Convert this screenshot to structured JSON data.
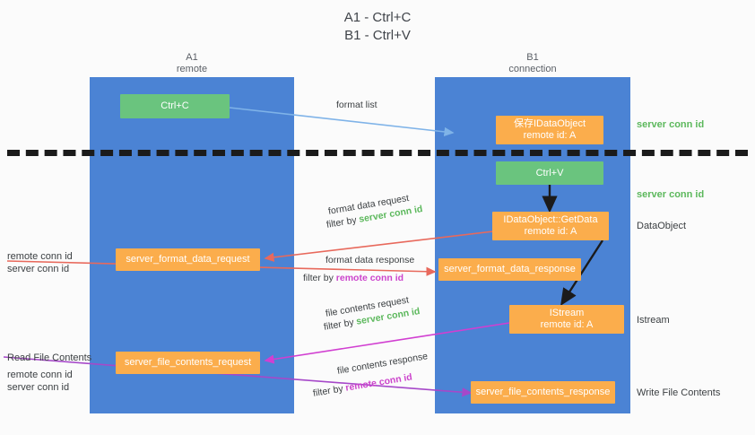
{
  "title": {
    "line1": "A1 - Ctrl+C",
    "line2": "B1 - Ctrl+V"
  },
  "lanes": [
    {
      "id": "a1",
      "name": "A1",
      "role": "remote"
    },
    {
      "id": "b1",
      "name": "B1",
      "role": "connection"
    }
  ],
  "nodes": {
    "ctrl_c": {
      "label": "Ctrl+C",
      "color": "#6ac47e"
    },
    "ctrl_v": {
      "label": "Ctrl+V",
      "color": "#6ac47e"
    },
    "idataobject": {
      "label": "保存IDataObject",
      "sub": "remote id: A",
      "color": "#fbad4c"
    },
    "getdata": {
      "label": "IDataObject::GetData",
      "sub": "remote id: A",
      "color": "#fbad4c"
    },
    "istream": {
      "label": "IStream",
      "sub": "remote id: A",
      "color": "#fbad4c"
    },
    "server_format_data_request": {
      "label": "server_format_data_request",
      "color": "#fbad4c"
    },
    "server_format_data_response": {
      "label": "server_format_data_response",
      "color": "#fbad4c"
    },
    "server_file_contents_request": {
      "label": "server_file_contents_request",
      "color": "#fbad4c"
    },
    "server_file_contents_response": {
      "label": "server_file_contents_response",
      "color": "#fbad4c"
    }
  },
  "edges": {
    "format_list": {
      "label": "format list"
    },
    "format_data_request": {
      "label": "format data request",
      "filter_prefix": "filter by ",
      "filter_value": "server conn id",
      "filter_color": "#5cb85c"
    },
    "format_data_response": {
      "label": "format data response",
      "filter_prefix": "filter by ",
      "filter_value": "remote conn id",
      "filter_color": "#cc44cc"
    },
    "file_contents_request": {
      "label": "file contents request",
      "filter_prefix": "filter by ",
      "filter_value": "server conn id",
      "filter_color": "#5cb85c"
    },
    "file_contents_response": {
      "label": "file contents response",
      "filter_prefix": "filter by ",
      "filter_value": "remote conn id",
      "filter_color": "#cc44cc"
    }
  },
  "annotations": {
    "server_conn_id_top": "server conn id",
    "server_conn_id_mid": "server conn id",
    "dataobject_note": "DataObject",
    "istream_note": "Istream",
    "write_file_contents_note": "Write File Contents",
    "read_file_contents_note": "Read File Contents",
    "left_ids_upper": {
      "remote": "remote conn id",
      "server": "server conn id"
    },
    "left_ids_lower": {
      "remote": "remote conn id",
      "server": "server conn id"
    }
  },
  "colors": {
    "lane": "#4b83d4",
    "green_node": "#6ac47e",
    "orange_node": "#fbad4c",
    "green_text": "#5cb85c",
    "magenta_text": "#cc44cc",
    "arrow_blue": "#7fb3e8",
    "arrow_red": "#e8695c",
    "arrow_magenta": "#d13fd1",
    "arrow_purple": "#a martin",
    "arrow_black": "#1b1b1b",
    "divider": "#1b1b1b",
    "background": "#fbfbfb"
  }
}
